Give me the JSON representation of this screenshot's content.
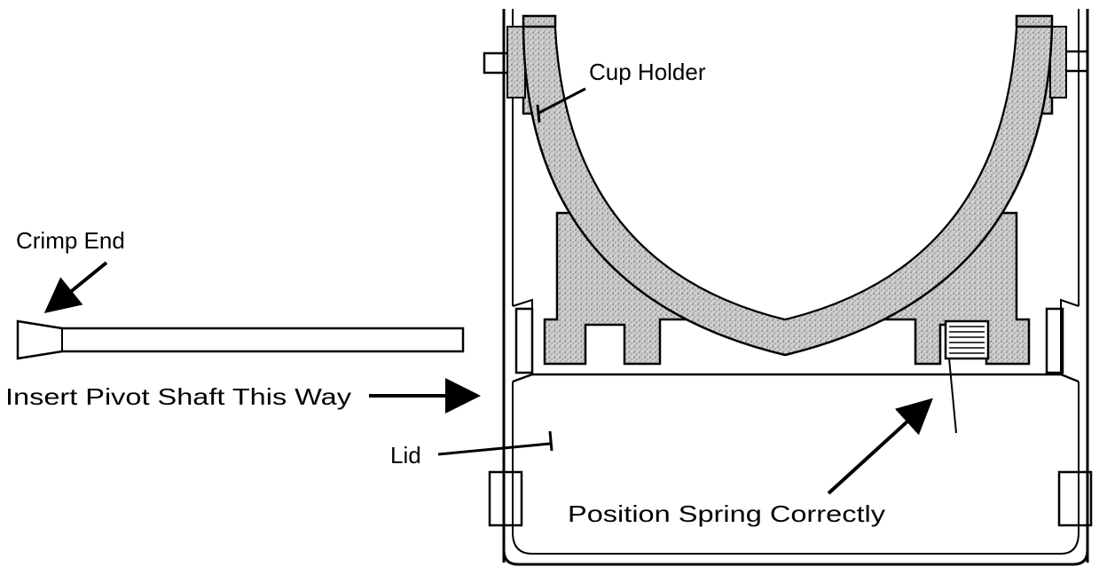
{
  "labels": {
    "cup_holder": "Cup Holder",
    "crimp_end": "Crimp End",
    "insert_pivot_shaft": "Insert Pivot Shaft This Way",
    "lid": "Lid",
    "position_spring": "Position Spring Correctly"
  },
  "colors": {
    "line": "#000000",
    "part_fill": "#bdbdbd",
    "background": "#ffffff"
  }
}
